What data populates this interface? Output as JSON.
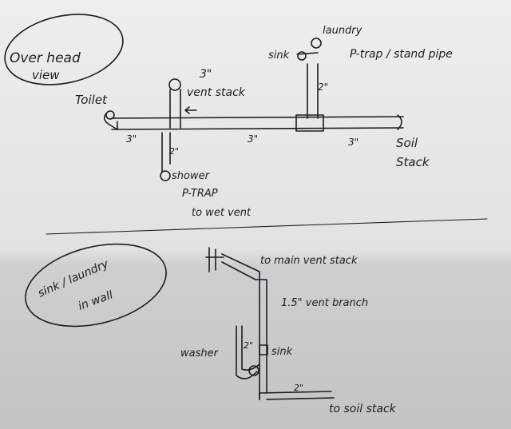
{
  "overhead": {
    "title_line1": "Over head",
    "title_line2": "view",
    "toilet": "Toilet",
    "vent_size": "3\"",
    "vent_stack": "vent stack",
    "sink": "sink",
    "laundry": "laundry",
    "ptrap_standpipe": "P-trap / stand pipe",
    "laundry_size": "2\"",
    "seg1_size": "3\"",
    "seg2_size": "3\"",
    "seg3_size": "3\"",
    "soil_line1": "Soil",
    "soil_line2": "Stack",
    "shower_size": "2\"",
    "shower_line1": "shower",
    "shower_line2": "P-TRAP",
    "shower_line3": "to wet vent"
  },
  "in_wall": {
    "title_line1": "sink / laundry",
    "title_line2": "in wall",
    "to_main_vent": "to main vent stack",
    "vent_branch": "1.5\" vent branch",
    "washer": "washer",
    "washer_size": "2\"",
    "sink": "sink",
    "drain_size": "2\"",
    "to_soil": "to soil stack"
  },
  "colors": {
    "ink": "#1c1c22",
    "paper_top": "#ececee",
    "paper_bottom": "#c6c6c9"
  }
}
